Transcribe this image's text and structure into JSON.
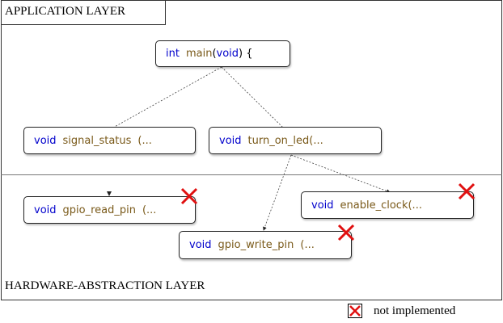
{
  "layers": {
    "application": "APPLICATION LAYER",
    "hardware": "HARDWARE-ABSTRACTION LAYER"
  },
  "functions": {
    "main": {
      "keyword": "int",
      "name": "main",
      "open": "(",
      "arg": "void",
      "close": ") {"
    },
    "signal_status": {
      "keyword": "void",
      "name": "signal_status",
      "rest": "(..."
    },
    "turn_on_led": {
      "keyword": "void",
      "name": "turn_on_led",
      "rest": "(..."
    },
    "gpio_read_pin": {
      "keyword": "void",
      "name": "gpio_read_pin",
      "rest": "(..."
    },
    "enable_clock": {
      "keyword": "void",
      "name": "enable_clock",
      "rest": "(..."
    },
    "gpio_write_pin": {
      "keyword": "void",
      "name": "gpio_write_pin",
      "rest": "(..."
    }
  },
  "legend": {
    "label": "not implemented"
  },
  "colors": {
    "keyword": "#0000cc",
    "function_name": "#7a5a1a",
    "cross": "#e01010"
  }
}
